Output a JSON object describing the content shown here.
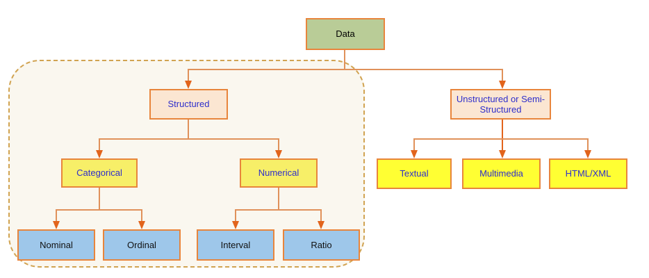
{
  "nodes": {
    "data": {
      "label": "Data",
      "fill": "#b9cc97",
      "text_color": "#000000"
    },
    "structured": {
      "label": "Structured",
      "fill": "#fbe6d2",
      "text_color": "#2e2ecb"
    },
    "unstructured": {
      "label": "Unstructured or Semi-Structured",
      "fill": "#fbe6d2",
      "text_color": "#2e2ecb"
    },
    "categorical": {
      "label": "Categorical",
      "fill": "#f7ef68",
      "text_color": "#2e2ecb"
    },
    "numerical": {
      "label": "Numerical",
      "fill": "#f7ef68",
      "text_color": "#2e2ecb"
    },
    "nominal": {
      "label": "Nominal",
      "fill": "#9ec7ea",
      "text_color": "#111111"
    },
    "ordinal": {
      "label": "Ordinal",
      "fill": "#9ec7ea",
      "text_color": "#111111"
    },
    "interval": {
      "label": "Interval",
      "fill": "#9ec7ea",
      "text_color": "#111111"
    },
    "ratio": {
      "label": "Ratio",
      "fill": "#9ec7ea",
      "text_color": "#111111"
    },
    "textual": {
      "label": "Textual",
      "fill": "#ffff33",
      "text_color": "#2e2ecb"
    },
    "multimedia": {
      "label": "Multimedia",
      "fill": "#ffff33",
      "text_color": "#2e2ecb"
    },
    "htmlxml": {
      "label": "HTML/XML",
      "fill": "#ffff33",
      "text_color": "#2e2ecb"
    }
  },
  "edges": [
    [
      "data",
      "structured"
    ],
    [
      "data",
      "unstructured"
    ],
    [
      "structured",
      "categorical"
    ],
    [
      "structured",
      "numerical"
    ],
    [
      "categorical",
      "nominal"
    ],
    [
      "categorical",
      "ordinal"
    ],
    [
      "numerical",
      "interval"
    ],
    [
      "numerical",
      "ratio"
    ],
    [
      "unstructured",
      "textual"
    ],
    [
      "unstructured",
      "multimedia"
    ],
    [
      "unstructured",
      "htmlxml"
    ]
  ],
  "group": {
    "contains": [
      "structured",
      "categorical",
      "numerical",
      "nominal",
      "ordinal",
      "interval",
      "ratio"
    ]
  },
  "colors": {
    "connector": "#e0915a",
    "arrowhead": "#e2641c",
    "node_border": "#e8853c",
    "group_border": "#d1a351",
    "group_background": "#faf7ef",
    "canvas_background": "#ffffff"
  }
}
